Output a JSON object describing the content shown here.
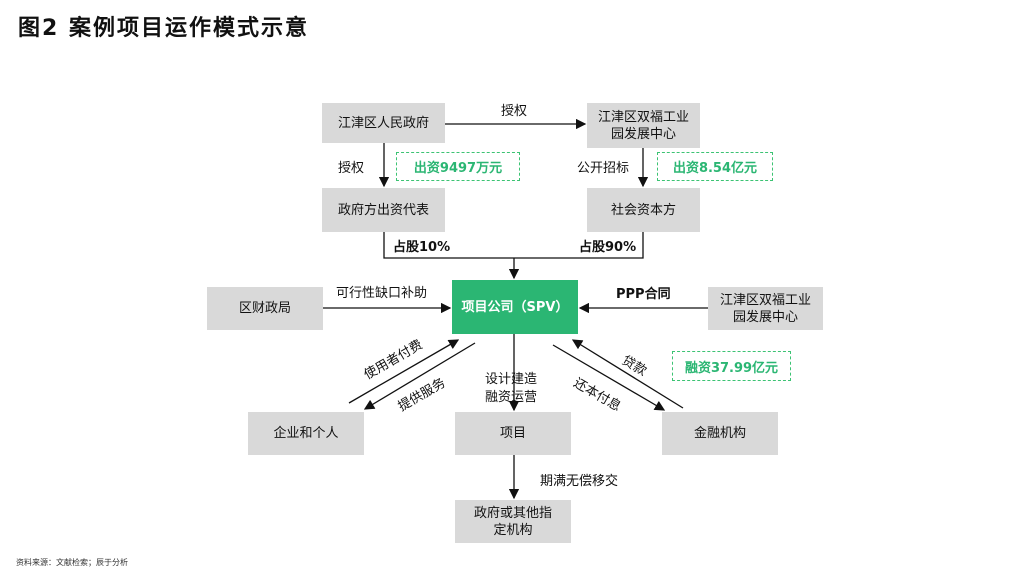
{
  "title": "图2  案例项目运作模式示意",
  "boxes": {
    "gov": "江津区人民政府",
    "center_top": "江津区双福工业园发展中心",
    "gov_rep": "政府方出资代表",
    "social": "社会资本方",
    "spv": "项目公司（SPV）",
    "finance_bureau": "区财政局",
    "center_right": "江津区双福工业园发展中心",
    "users": "企业和个人",
    "project": "项目",
    "bank": "金融机构",
    "receiver": "政府或其他指定机构"
  },
  "labels": {
    "authorize_top": "授权",
    "authorize_left": "授权",
    "tender": "公开招标",
    "share10": "占股10%",
    "share90": "占股90%",
    "gap_subsidy": "可行性缺口补助",
    "ppp": "PPP合同",
    "user_pay": "使用者付费",
    "service": "提供服务",
    "dbfo_1": "设计建造",
    "dbfo_2": "融资运营",
    "loan": "贷款",
    "repay": "还本付息",
    "transfer": "期满无偿移交"
  },
  "amounts": {
    "gov_invest": "出资9497万元",
    "social_invest": "出资8.54亿元",
    "financing": "融资37.99亿元"
  },
  "colors": {
    "accent": "#2bb673",
    "box": "#d9d9d9"
  },
  "footer": "资料来源：文献检索；辰于分析"
}
